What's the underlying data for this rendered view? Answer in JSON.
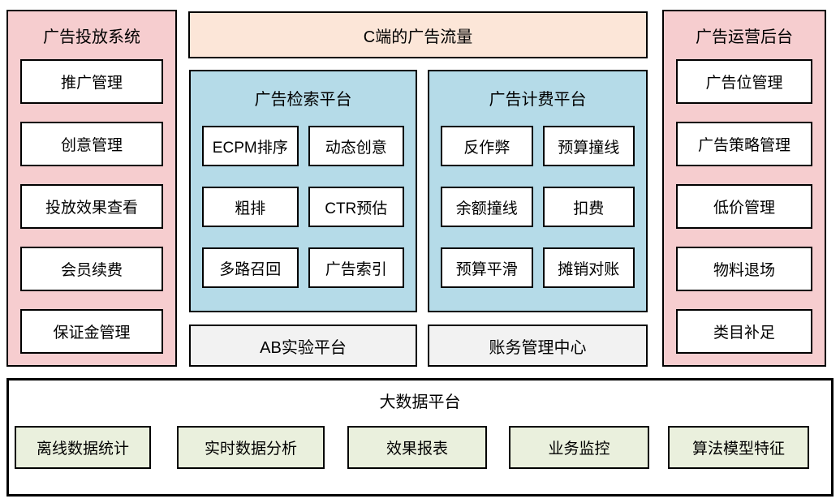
{
  "left_panel": {
    "title": "广告投放系统",
    "items": [
      "推广管理",
      "创意管理",
      "投放效果查看",
      "会员续费",
      "保证金管理"
    ]
  },
  "traffic_banner": "C端的广告流量",
  "search_platform": {
    "title": "广告检索平台",
    "items": [
      "ECPM排序",
      "动态创意",
      "粗排",
      "CTR预估",
      "多路召回",
      "广告索引"
    ]
  },
  "billing_platform": {
    "title": "广告计费平台",
    "items": [
      "反作弊",
      "预算撞线",
      "余额撞线",
      "扣费",
      "预算平滑",
      "摊销对账"
    ]
  },
  "ab_platform": "AB实验平台",
  "finance_center": "账务管理中心",
  "right_panel": {
    "title": "广告运营后台",
    "items": [
      "广告位管理",
      "广告策略管理",
      "低价管理",
      "物料退场",
      "类目补足"
    ]
  },
  "bigdata_panel": {
    "title": "大数据平台",
    "items": [
      "离线数据统计",
      "实时数据分析",
      "效果报表",
      "业务监控",
      "算法模型特征"
    ]
  },
  "colors": {
    "pink": "#F6CDCF",
    "blue": "#B5DBE8",
    "peach": "#FCE6D8",
    "gray": "#F2F2F2",
    "green": "#EAF0DD",
    "border": "#000000"
  }
}
